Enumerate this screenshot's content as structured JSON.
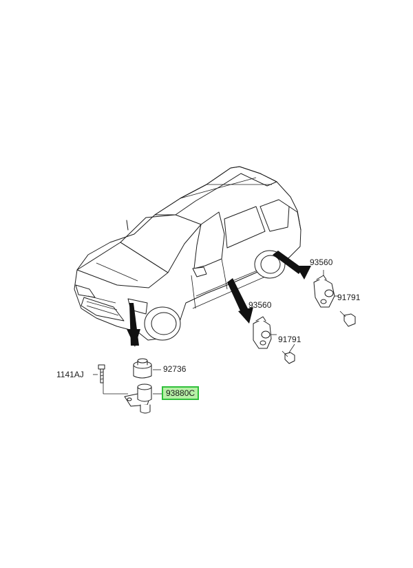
{
  "labels": {
    "part_92736": "92736",
    "part_93880c": "93880C",
    "part_1141aj": "1141AJ",
    "part_93560_front": "93560",
    "part_91791_front": "91791",
    "part_93560_rear": "93560",
    "part_91791_rear": "91791"
  },
  "highlight": {
    "part": "93880C",
    "fill": "#b6f0a6",
    "border": "#2fbf3a"
  }
}
